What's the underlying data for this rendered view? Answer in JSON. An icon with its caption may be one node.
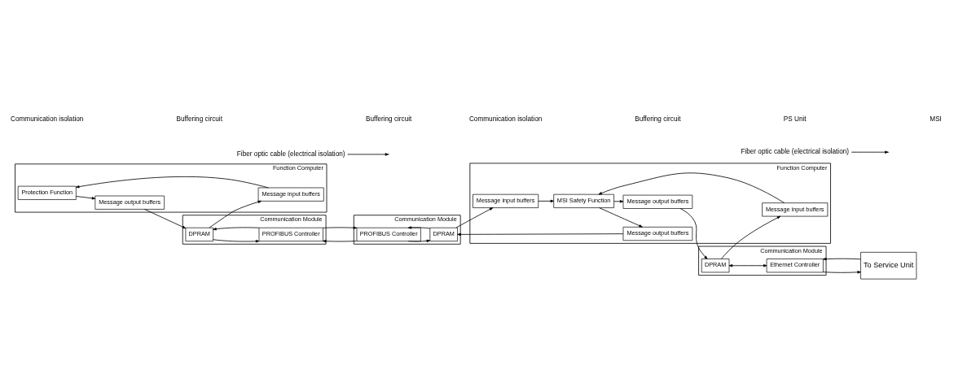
{
  "diagram": {
    "nodes": [
      {
        "text": [
          "Function Computer"
        ]
      },
      {
        "text": [
          "Protection Function"
        ],
        "in": 0
      },
      {
        "text": [
          "Message output buffers"
        ],
        "in": 0
      },
      {
        "text": [
          "Message input buffers"
        ],
        "in": 0
      },
      {
        "text": [
          "Communication Module"
        ]
      },
      {
        "text": [
          "DPRAM"
        ],
        "in": 4
      },
      {
        "text": [
          "PROFIBUS Controller"
        ],
        "in": 4
      },
      {
        "text": [
          "Communication Module"
        ]
      },
      {
        "text": [
          "PROFIBUS Controller"
        ],
        "in": 7
      },
      {
        "text": [
          "DPRAM"
        ],
        "in": 7
      },
      {
        "text": [
          "Function Computer"
        ]
      },
      {
        "text": [
          "Message output buffers"
        ],
        "in": 10
      },
      {
        "text": [
          "Message input buffers"
        ],
        "in": 10
      },
      {
        "text": [
          "MSI Safety Function"
        ],
        "in": 10
      },
      {
        "text": [
          "Message output buffers"
        ],
        "in": 10
      },
      {
        "text": [
          "Message input buffers"
        ],
        "in": 10
      },
      {
        "text": [
          "Communication Module"
        ]
      },
      {
        "text": [
          "DPRAM"
        ],
        "in": 16
      },
      {
        "text": [
          "Ethernet Controller"
        ],
        "in": 16
      },
      {
        "text": [
          "To Service Unit"
        ]
      },
      {
        "text": [
          "Fiber optic cable (electrical isolation)"
        ]
      },
      {
        "text": [
          "Fiber optic cable (electrical isolation)"
        ]
      }
    ],
    "edges": [
      {
        "from": 1,
        "to": 2,
        "arrow": "to"
      },
      {
        "from": 2,
        "to": 5,
        "arrow": "to"
      },
      {
        "from": 5,
        "to": 3,
        "arrow": "to"
      },
      {
        "from": 3,
        "to": 1,
        "arrow": "to"
      },
      {
        "from": 6,
        "to": 5,
        "arrow": "to"
      },
      {
        "from": 5,
        "to": 6,
        "arrow": "to"
      },
      {
        "from": 8,
        "to": 6,
        "arrow": "to"
      },
      {
        "from": 6,
        "to": 8,
        "arrow": "to"
      },
      {
        "from": 9,
        "to": 8,
        "arrow": "to"
      },
      {
        "from": 8,
        "to": 9,
        "arrow": "to"
      },
      {
        "from": 11,
        "to": 9,
        "arrow": "to"
      },
      {
        "from": 9,
        "to": 12,
        "arrow": "to"
      },
      {
        "from": 13,
        "to": 11,
        "arrow": "to"
      },
      {
        "from": 12,
        "to": 13,
        "arrow": "to"
      },
      {
        "from": 13,
        "to": 14,
        "arrow": "to"
      },
      {
        "from": 14,
        "to": 17,
        "arrow": "to"
      },
      {
        "from": 17,
        "to": 15,
        "arrow": "to"
      },
      {
        "from": 15,
        "to": 13,
        "arrow": "to"
      },
      {
        "from": 17,
        "to": 18,
        "arrow": "both"
      },
      {
        "from": 18,
        "to": 19,
        "arrow": "to"
      },
      {
        "from": 19,
        "to": 18,
        "arrow": "to"
      },
      {
        "from": 20,
        "to": null,
        "arrow": "to"
      },
      {
        "from": 21,
        "to": null,
        "arrow": "to"
      }
    ],
    "labels": [
      "Communication isolation",
      "Buffering circuit",
      "Buffering circuit",
      "Communication isolation",
      "Buffering circuit",
      "PS Unit",
      "MSI"
    ]
  }
}
